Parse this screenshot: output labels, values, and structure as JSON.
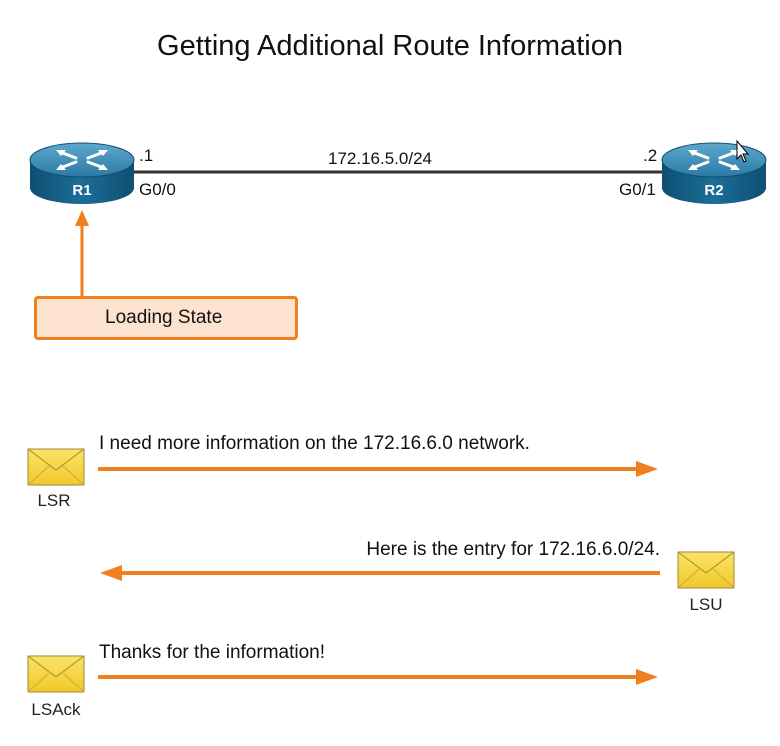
{
  "title": "Getting Additional Route Information",
  "network": "172.16.5.0/24",
  "routers": [
    {
      "name": "R1",
      "interface": "G0/0",
      "host": ".1"
    },
    {
      "name": "R2",
      "interface": "G0/1",
      "host": ".2"
    }
  ],
  "state_label": "Loading State",
  "messages": [
    {
      "packet": "LSR",
      "text": "I need more information on the 172.16.6.0 network.",
      "direction": "right"
    },
    {
      "packet": "LSU",
      "text": "Here is the entry for 172.16.6.0/24.",
      "direction": "left"
    },
    {
      "packet": "LSAck",
      "text": "Thanks for the information!",
      "direction": "right"
    }
  ],
  "colors": {
    "accent": "#f07f1e",
    "router": "#1a6c94",
    "envelope": "#f6d23f"
  }
}
